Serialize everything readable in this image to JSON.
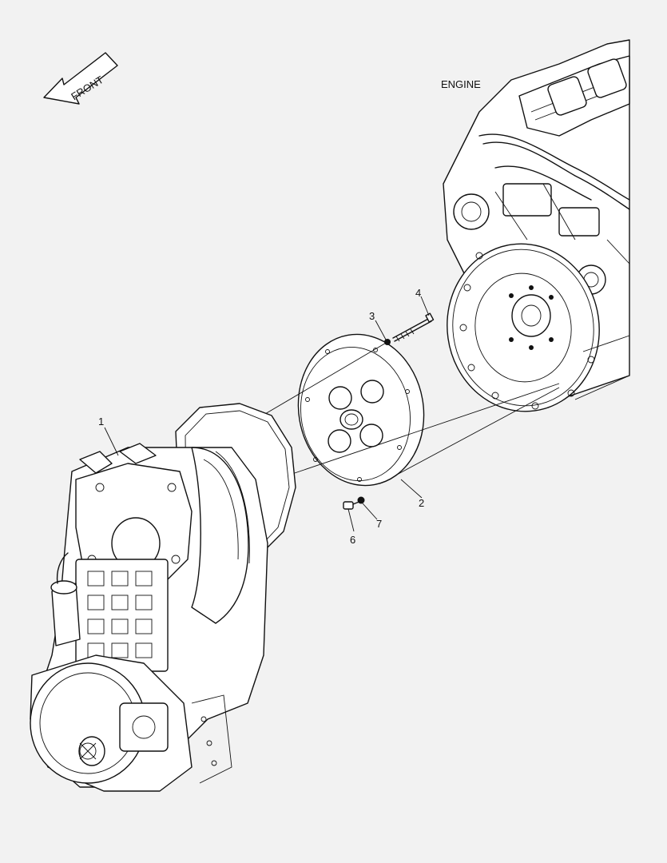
{
  "front_label": "FRONT",
  "engine_label": "ENGINE",
  "callouts": [
    "1",
    "2",
    "3",
    "4",
    "6",
    "7"
  ]
}
